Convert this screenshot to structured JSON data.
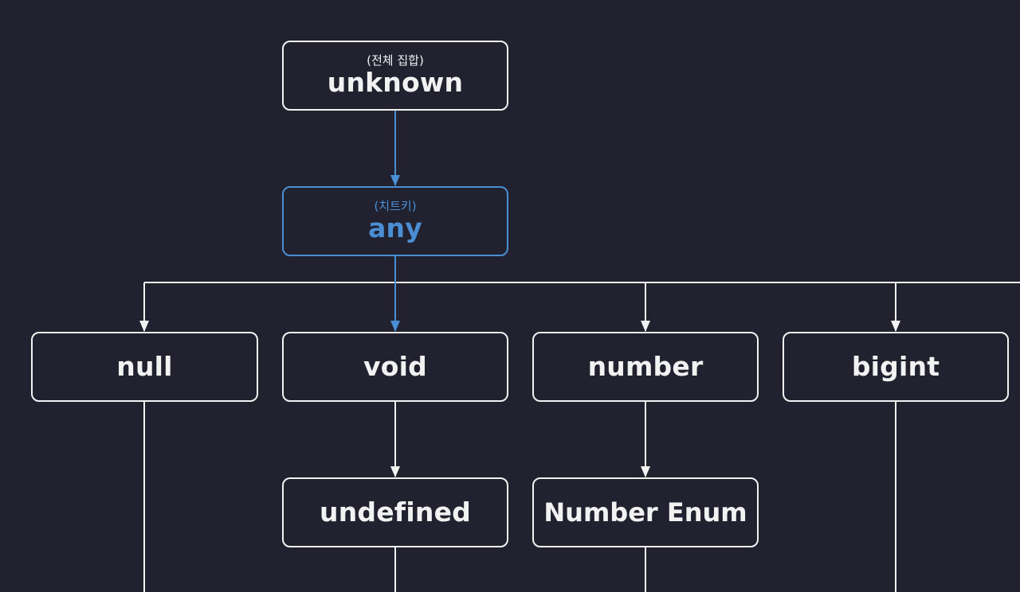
{
  "colors": {
    "background": "#212130",
    "line": "#f2f2f2",
    "accent": "#4a8fd3"
  },
  "nodes": {
    "unknown": {
      "sub": "(전체 집합)",
      "label": "unknown"
    },
    "any": {
      "sub": "(치트키)",
      "label": "any"
    },
    "null": {
      "label": "null"
    },
    "void": {
      "label": "void"
    },
    "number": {
      "label": "number"
    },
    "bigint": {
      "label": "bigint"
    },
    "undefined": {
      "label": "undefined"
    },
    "number_enum": {
      "label": "Number Enum"
    }
  }
}
